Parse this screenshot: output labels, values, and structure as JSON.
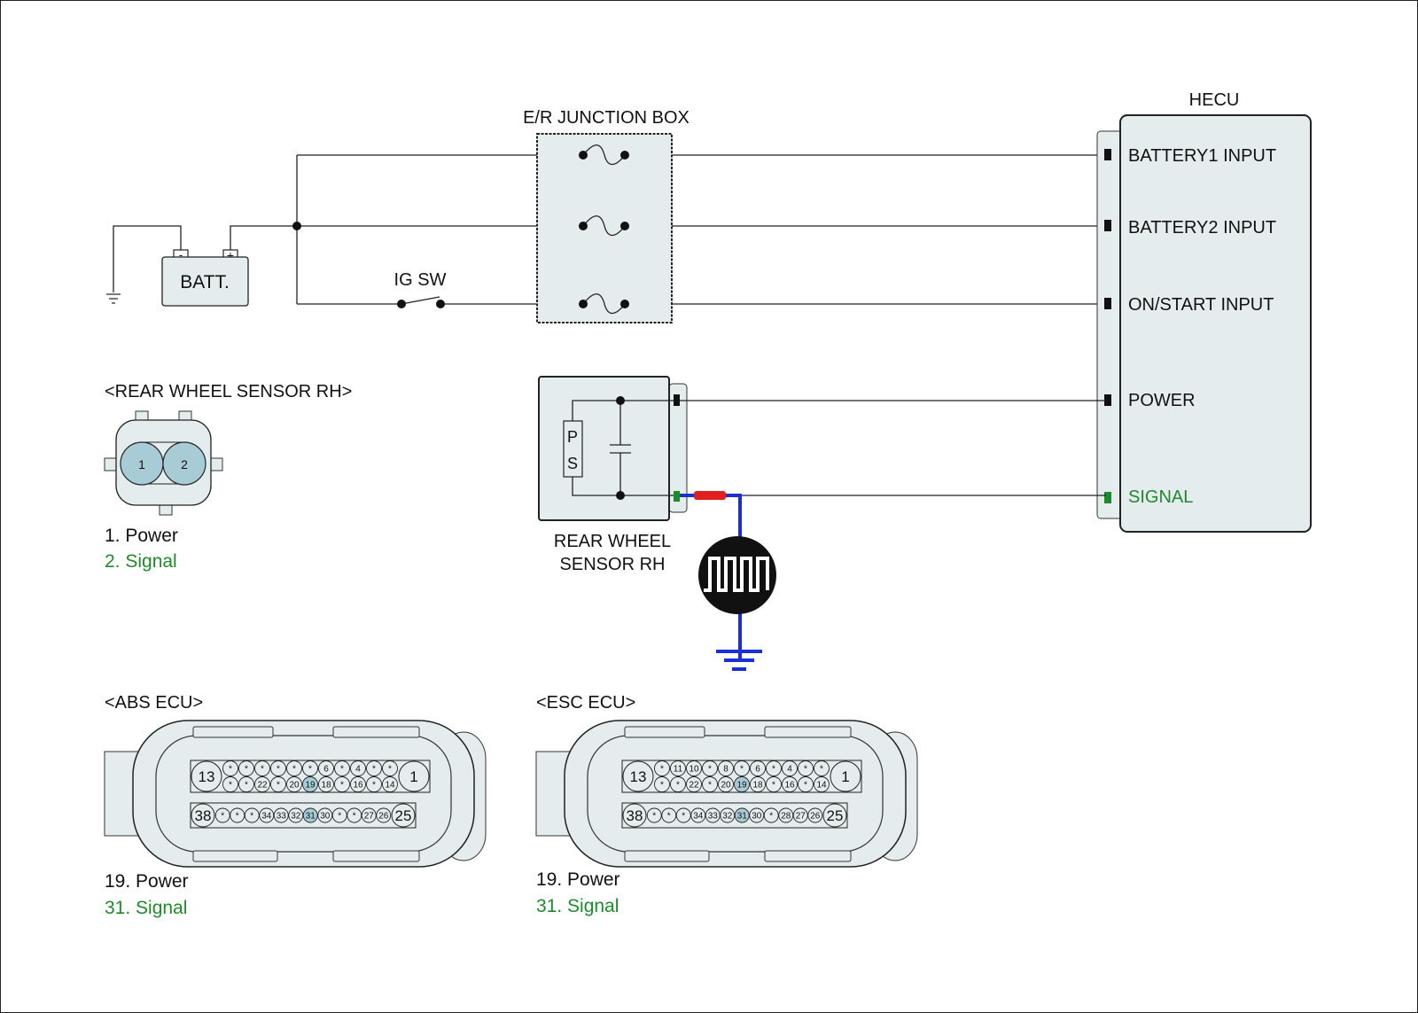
{
  "colors": {
    "wire": "#222222",
    "box_fill": "#e4ecee",
    "pin_highlight": "#a8ccd6",
    "signal_green": "#1f8a2c",
    "sensor_wire_blue": "#1a2fd6",
    "sensor_wire_red": "#e02020"
  },
  "battery": {
    "label": "BATT.",
    "neg": "-",
    "pos": "+"
  },
  "ig_switch": {
    "label": "IG SW"
  },
  "junction_box": {
    "title": "E/R JUNCTION BOX"
  },
  "hecu": {
    "title": "HECU",
    "pins": [
      {
        "label": "BATTERY1 INPUT",
        "signal": false
      },
      {
        "label": "BATTERY2 INPUT",
        "signal": false
      },
      {
        "label": "ON/START INPUT",
        "signal": false
      },
      {
        "label": "POWER",
        "signal": false
      },
      {
        "label": "SIGNAL",
        "signal": true
      }
    ]
  },
  "sensor": {
    "name_line1": "REAR WHEEL",
    "name_line2": "SENSOR RH",
    "element_p": "P",
    "element_s": "S"
  },
  "sensor_connector": {
    "title": "<REAR WHEEL SENSOR RH>",
    "pins": [
      "1",
      "2"
    ],
    "legend": [
      {
        "text": "1. Power",
        "signal": false
      },
      {
        "text": "2. Signal",
        "signal": true
      }
    ]
  },
  "abs_ecu": {
    "title": "<ABS ECU>",
    "big_left_top": "13",
    "big_right_top": "1",
    "row1": [
      "*",
      "*",
      "*",
      "*",
      "*",
      "*",
      "6",
      "*",
      "4",
      "*",
      "*"
    ],
    "row2": [
      "*",
      "*",
      "22",
      "*",
      "20",
      "19",
      "18",
      "*",
      "16",
      "*",
      "14"
    ],
    "big_left_bottom": "38",
    "big_right_bottom": "25",
    "row3": [
      "*",
      "*",
      "*",
      "34",
      "33",
      "32",
      "31",
      "30",
      "*",
      "*",
      "27",
      "26"
    ],
    "highlight": [
      "19",
      "31"
    ],
    "legend": [
      {
        "text": "19. Power",
        "signal": false
      },
      {
        "text": "31. Signal",
        "signal": true
      }
    ]
  },
  "esc_ecu": {
    "title": "<ESC ECU>",
    "big_left_top": "13",
    "big_right_top": "1",
    "row1": [
      "*",
      "11",
      "10",
      "*",
      "8",
      "*",
      "6",
      "*",
      "4",
      "*",
      "*"
    ],
    "row2": [
      "*",
      "*",
      "22",
      "*",
      "20",
      "19",
      "18",
      "*",
      "16",
      "*",
      "14"
    ],
    "big_left_bottom": "38",
    "big_right_bottom": "25",
    "row3": [
      "*",
      "*",
      "*",
      "34",
      "33",
      "32",
      "31",
      "30",
      "*",
      "28",
      "27",
      "26"
    ],
    "highlight": [
      "19",
      "31"
    ],
    "legend": [
      {
        "text": "19. Power",
        "signal": false
      },
      {
        "text": "31. Signal",
        "signal": true
      }
    ]
  }
}
